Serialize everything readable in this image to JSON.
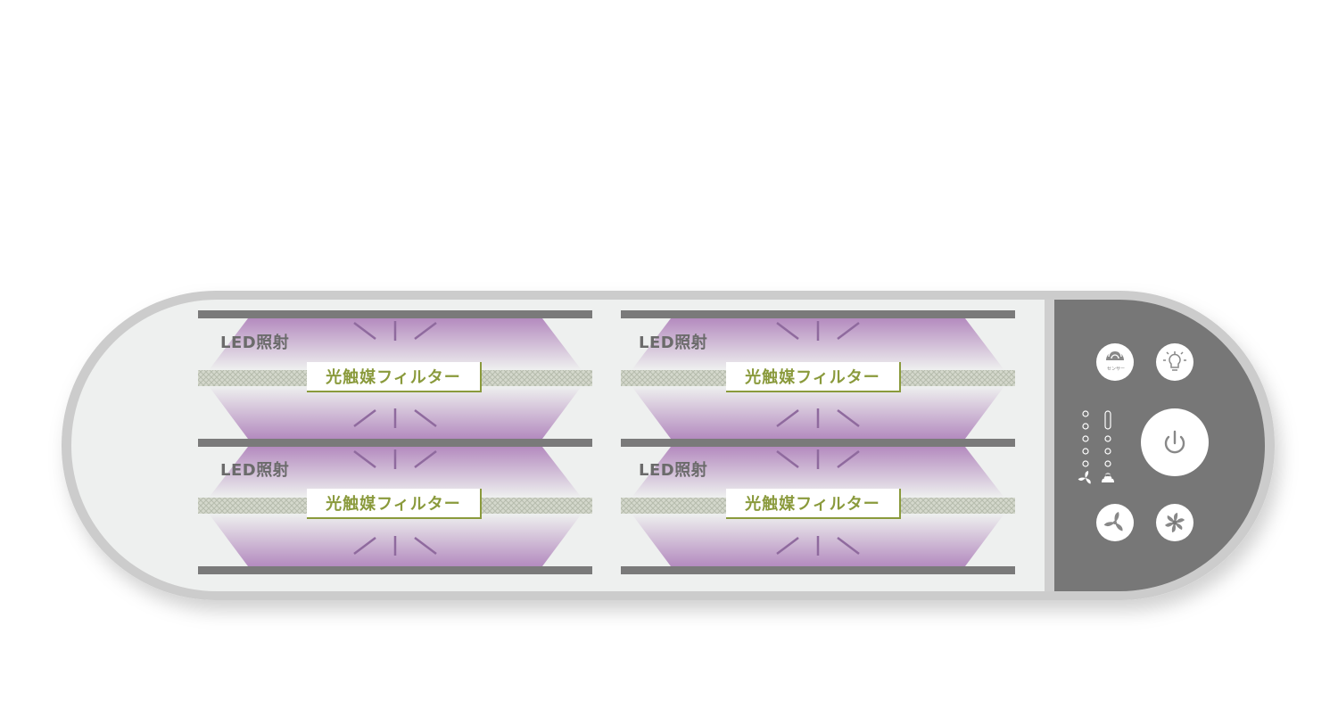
{
  "cells": [
    {
      "led_label": "LED照射",
      "filter_label": "光触媒フィルター"
    },
    {
      "led_label": "LED照射",
      "filter_label": "光触媒フィルター"
    },
    {
      "led_label": "LED照射",
      "filter_label": "光触媒フィルター"
    },
    {
      "led_label": "LED照射",
      "filter_label": "光触媒フィルター"
    }
  ],
  "control_panel": {
    "buttons": {
      "sensor": {
        "icon": "sensor-icon",
        "label": "センサー"
      },
      "light": {
        "icon": "light-bulb-icon"
      },
      "power": {
        "icon": "power-icon"
      },
      "fan_speed": {
        "icon": "fan-icon"
      },
      "fan_mode": {
        "icon": "turbo-fan-icon"
      }
    },
    "indicators": {
      "fan_level": {
        "icon": "fan-icon",
        "count": 5
      },
      "sensor_level": {
        "icon": "sensor-icon",
        "count": 5
      }
    }
  },
  "colors": {
    "uv_light": "#b48bbf",
    "filter_text": "#8a9a3c",
    "panel": "#777777",
    "body": "#eef0ef",
    "frame": "#cccccc",
    "bar": "#7a7a7a"
  }
}
